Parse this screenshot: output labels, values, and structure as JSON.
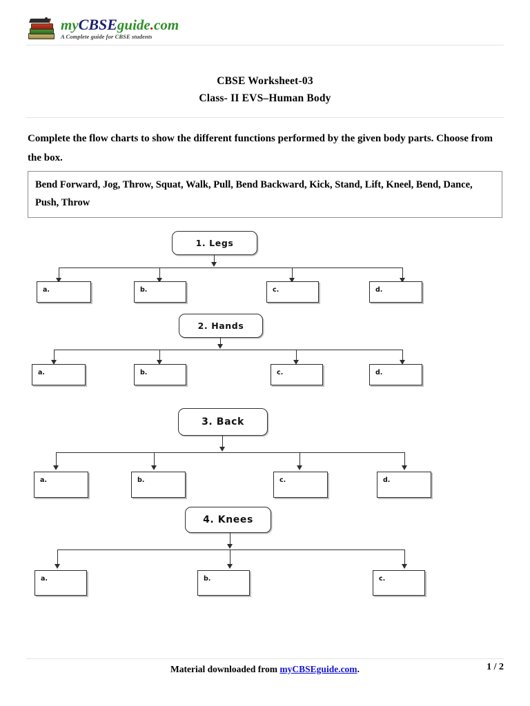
{
  "header": {
    "logo": {
      "icon": "books-graduation-cap-icon",
      "brand_my": "my",
      "brand_cbse": "CBSE",
      "brand_guide": "guide",
      "brand_dot": ".",
      "brand_com": "com",
      "tagline": "A Complete guide for CBSE students",
      "color_green": "#2f8f2a",
      "color_navy": "#1b2170",
      "color_red": "#cf2020"
    }
  },
  "title": {
    "line1": "CBSE Worksheet-03",
    "line2": "Class- II EVS–Human Body"
  },
  "instruction": "Complete the flow charts to show the different functions performed by the given body parts. Choose from the box.",
  "wordbank": {
    "text": "Bend Forward, Jog, Throw, Squat, Walk, Pull, Bend Backward, Kick, Stand, Lift, Kneel, Bend, Dance, Push, Throw",
    "words": [
      "Bend Forward",
      "Jog",
      "Throw",
      "Squat",
      "Walk",
      "Pull",
      "Bend Backward",
      "Kick",
      "Stand",
      "Lift",
      "Kneel",
      "Bend",
      "Dance",
      "Push",
      "Throw"
    ]
  },
  "charts": [
    {
      "id": "legs",
      "heading": "1. Legs",
      "answers": [
        {
          "label": "a.",
          "value": ""
        },
        {
          "label": "b.",
          "value": ""
        },
        {
          "label": "c.",
          "value": ""
        },
        {
          "label": "d.",
          "value": ""
        }
      ]
    },
    {
      "id": "hands",
      "heading": "2. Hands",
      "answers": [
        {
          "label": "a.",
          "value": ""
        },
        {
          "label": "b.",
          "value": ""
        },
        {
          "label": "c.",
          "value": ""
        },
        {
          "label": "d.",
          "value": ""
        }
      ]
    },
    {
      "id": "back",
      "heading": "3. Back",
      "answers": [
        {
          "label": "a.",
          "value": ""
        },
        {
          "label": "b.",
          "value": ""
        },
        {
          "label": "c.",
          "value": ""
        },
        {
          "label": "d.",
          "value": ""
        }
      ]
    },
    {
      "id": "knees",
      "heading": "4. Knees",
      "answers": [
        {
          "label": "a.",
          "value": ""
        },
        {
          "label": "b.",
          "value": ""
        },
        {
          "label": "c.",
          "value": ""
        }
      ]
    }
  ],
  "footer": {
    "prefix": "Material downloaded from ",
    "link": "myCBSEguide.com",
    "suffix": ".",
    "link_color": "#1414d8",
    "page": "1 / 2"
  }
}
